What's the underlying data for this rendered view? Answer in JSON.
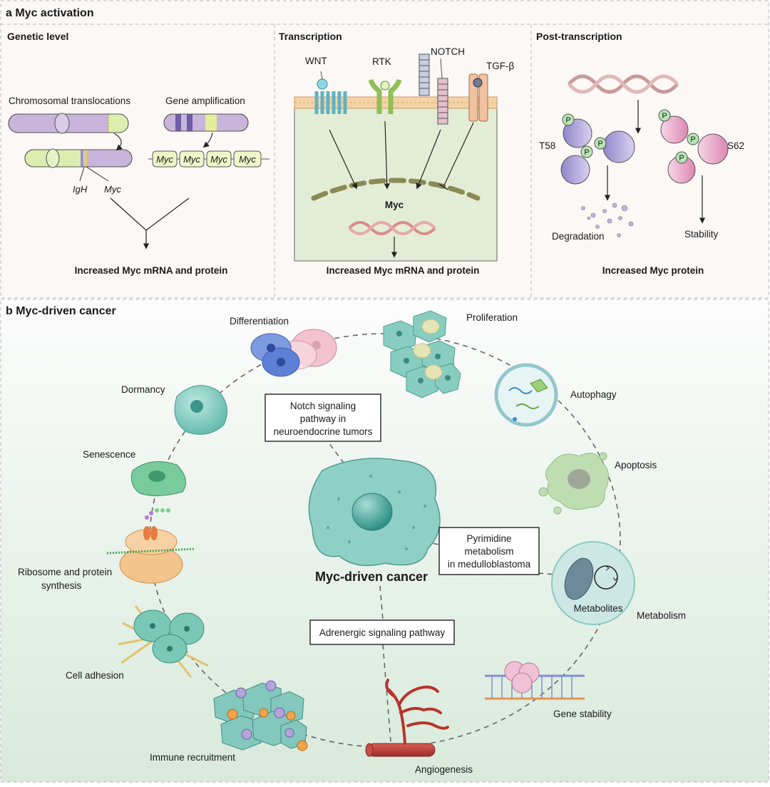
{
  "panel_a": {
    "title": "a Myc activation",
    "genetic": {
      "heading": "Genetic level",
      "translocation_label": "Chromosomal translocations",
      "amplification_label": "Gene amplification",
      "igh_label": "IgH",
      "myc_gene_label": "Myc",
      "myc_copies": [
        "Myc",
        "Myc",
        "Myc",
        "Myc"
      ],
      "result": "Increased Myc mRNA and protein"
    },
    "transcription": {
      "heading": "Transcription",
      "wnt": "WNT",
      "rtk": "RTK",
      "notch": "NOTCH",
      "tgfb": "TGF-β",
      "myc": "Myc",
      "result": "Increased Myc mRNA and protein"
    },
    "post": {
      "heading": "Post-transcription",
      "t58": "T58",
      "s62": "S62",
      "p": "P",
      "degradation": "Degradation",
      "stability": "Stability",
      "result": "Increased Myc protein"
    }
  },
  "panel_b": {
    "title": "b Myc-driven cancer",
    "center": "Myc-driven cancer",
    "boxes": {
      "notch_1": "Notch signaling",
      "notch_2": "pathway in",
      "notch_3": "neuroendocrine tumors",
      "pyr_1": "Pyrimidine",
      "pyr_2": "metabolism",
      "pyr_3": "in medulloblastoma",
      "adr": "Adrenergic signaling pathway"
    },
    "labels": {
      "differentiation": "Differentiation",
      "proliferation": "Proliferation",
      "dormancy": "Dormancy",
      "autophagy": "Autophagy",
      "senescence": "Senescence",
      "apoptosis": "Apoptosis",
      "ribosome_1": "Ribosome and protein",
      "ribosome_2": "synthesis",
      "metabolites": "Metabolites",
      "metabolism": "Metabolism",
      "cell_adhesion": "Cell adhesion",
      "gene_stability": "Gene stability",
      "immune": "Immune recruitment",
      "angiogenesis": "Angiogenesis"
    }
  },
  "colors": {
    "panel_a_bg": "#fbf8f6",
    "panel_b_top": "#fbfbfb",
    "panel_b_bottom": "#dcebde",
    "teal": "#6fc4b8",
    "lavender": "#c9b4dc",
    "lime": "#dbeeb0",
    "pink": "#e8a8c4"
  }
}
